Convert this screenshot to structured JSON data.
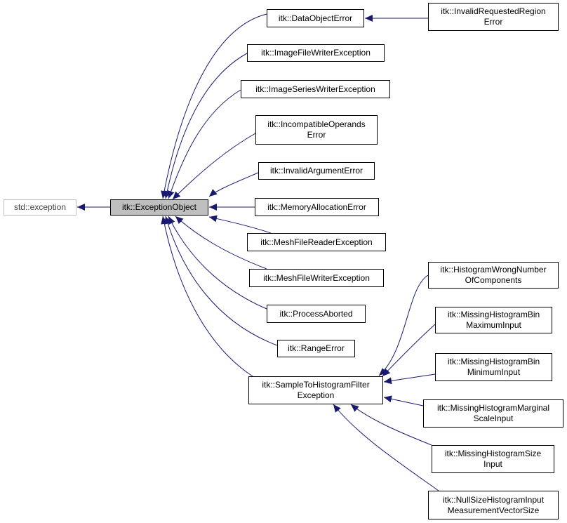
{
  "colors": {
    "edge": "#191970",
    "node_border": "#000000",
    "external_border": "#bfbfbf",
    "focus_fill": "#bfbfbf"
  },
  "nodes": {
    "std_exception": "std::exception",
    "exception_object": "itk::ExceptionObject",
    "data_object_error": "itk::DataObjectError",
    "invalid_requested_region_error": "itk::InvalidRequestedRegion\nError",
    "image_file_writer_exception": "itk::ImageFileWriterException",
    "image_series_writer_exception": "itk::ImageSeriesWriterException",
    "incompatible_operands_error": "itk::IncompatibleOperands\nError",
    "invalid_argument_error": "itk::InvalidArgumentError",
    "memory_allocation_error": "itk::MemoryAllocationError",
    "mesh_file_reader_exception": "itk::MeshFileReaderException",
    "mesh_file_writer_exception": "itk::MeshFileWriterException",
    "process_aborted": "itk::ProcessAborted",
    "range_error": "itk::RangeError",
    "sample_to_histogram_filter_exception": "itk::SampleToHistogramFilter\nException",
    "histogram_wrong_number_of_components": "itk::HistogramWrongNumber\nOfComponents",
    "missing_histogram_bin_maximum_input": "itk::MissingHistogramBin\nMaximumInput",
    "missing_histogram_bin_minimum_input": "itk::MissingHistogramBin\nMinimumInput",
    "missing_histogram_marginal_scale_input": "itk::MissingHistogramMarginal\nScaleInput",
    "missing_histogram_size_input": "itk::MissingHistogramSize\nInput",
    "null_size_histogram_input_measurement_vector_size": "itk::NullSizeHistogramInput\nMeasurementVectorSize"
  }
}
